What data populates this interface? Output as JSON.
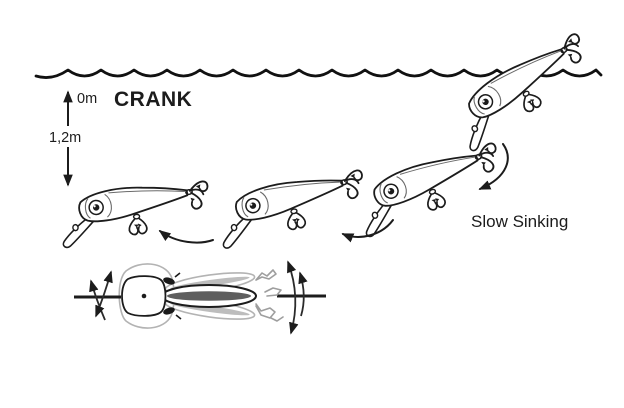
{
  "title": "CRANK",
  "depth_scale": {
    "surface_label": "0m",
    "depth_label": "1,2m"
  },
  "annotation": {
    "sinking_label": "Slow Sinking"
  },
  "colors": {
    "outline": "#1c1c1c",
    "ghost_gray": "#b3b3b3",
    "stripe_gray": "#5e5e5e",
    "splash_gray": "#9e9e9e",
    "background": "#ffffff"
  },
  "diagram": {
    "subject": "crankbait-lure-diving-and-wobble-action",
    "elements": [
      "water-surface-waves",
      "depth-range-arrow",
      "lure-at-surface",
      "lure-diving",
      "lure-at-running-depth-2",
      "lure-at-running-depth-1",
      "motion-arrow-dive",
      "motion-arrow-swim-mid",
      "motion-arrow-swim-left",
      "top-view-wobble-lure",
      "roll-axis-left",
      "roll-axis-right",
      "water-disturbance-marks"
    ]
  }
}
